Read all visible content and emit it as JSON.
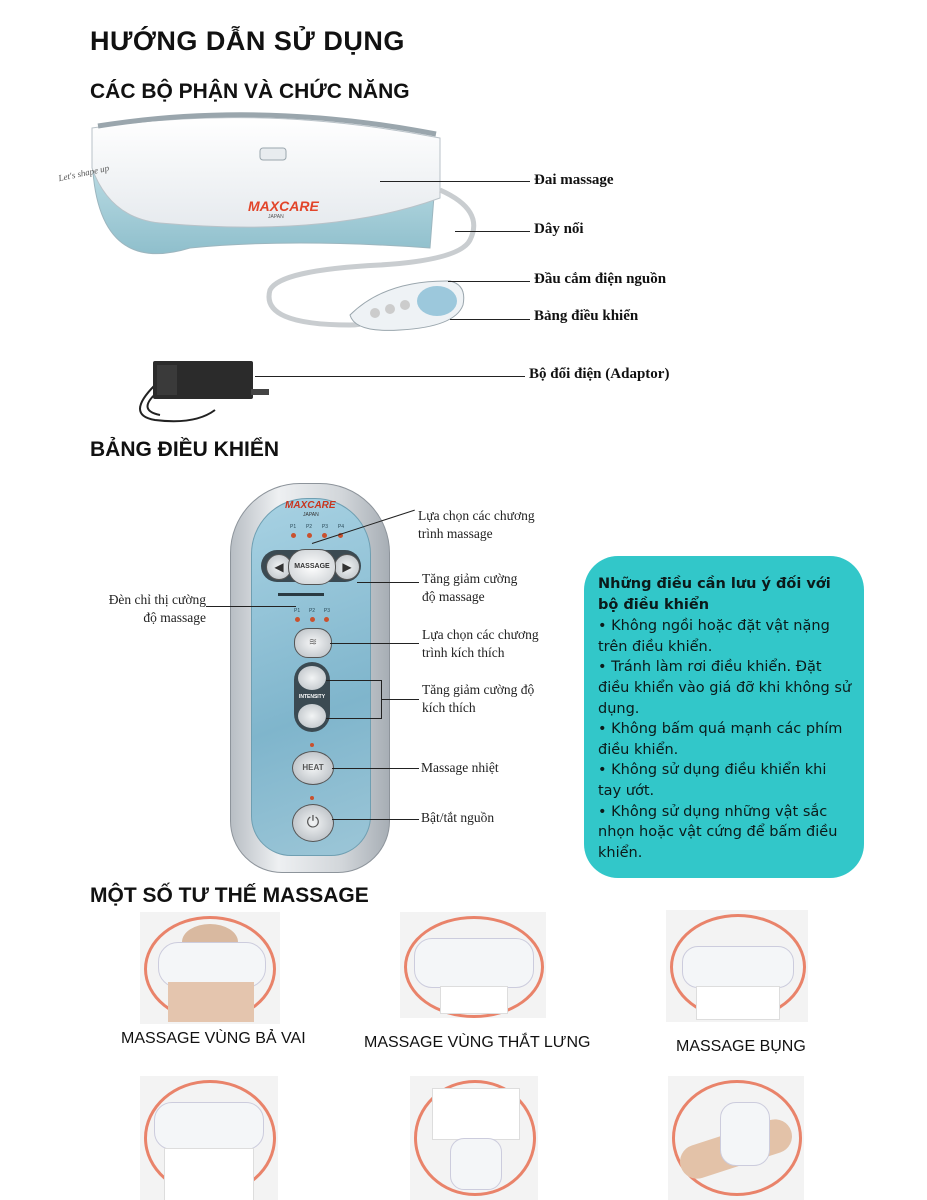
{
  "title": "HƯỚNG DẪN SỬ DỤNG",
  "sections": {
    "parts": "CÁC BỘ PHẬN VÀ CHỨC NĂNG",
    "control": "BẢNG ĐIỀU KHIỂN",
    "positions": "MỘT SỐ TƯ THẾ MASSAGE"
  },
  "parts_labels": {
    "belt": "Đai massage",
    "cord": "Dây nối",
    "plug": "Đầu cắm điện nguồn",
    "panel": "Bảng điều khiển",
    "adaptor": "Bộ đổi điện (Adaptor)"
  },
  "belt_printing": {
    "brand": "MAXCARE",
    "brand_sub": "JAPAN",
    "script": "Let's shape up"
  },
  "controller": {
    "brand": "MAXCARE",
    "brand_sub": "JAPAN",
    "program_leds": [
      "P1",
      "P2",
      "P3",
      "P4"
    ],
    "intensity_leds": [
      "P1",
      "P2",
      "P3"
    ],
    "massage_btn": "MASSAGE",
    "intensity_btn": "INTENSITY",
    "heat_btn": "HEAT",
    "power_symbol": "⏻"
  },
  "control_labels": {
    "program_1": "Lựa chọn các chương",
    "program_2": "trình massage",
    "adjust_1": "Tăng giảm cường",
    "adjust_2": "độ massage",
    "indicator_1": "Đèn chỉ thị cường",
    "indicator_2": "độ massage",
    "stim_1": "Lựa chọn các chương",
    "stim_2": "trình kích thích",
    "stim_int_1": "Tăng giảm cường độ",
    "stim_int_2": "kích thích",
    "heat": "Massage nhiệt",
    "power": "Bật/tắt nguồn"
  },
  "notes": {
    "title": "Những điều cần lưu ý đối với bộ điều khiển",
    "items": [
      "• Không ngồi hoặc đặt vật nặng trên điều khiển.",
      "• Tránh làm rơi điều khiển. Đặt điều khiển vào giá đỡ khi không sử dụng.",
      "• Không bấm quá mạnh các phím điều khiển.",
      "• Không sử dụng điều khiển khi tay ướt.",
      "• Không sử dụng những vật sắc nhọn hoặc vật cứng để bấm điều khiển."
    ]
  },
  "positions": [
    "MASSAGE VÙNG BẢ VAI",
    "MASSAGE VÙNG THẮT LƯNG",
    "MASSAGE BỤNG"
  ],
  "colors": {
    "note_bg": "#32c7c9",
    "belt_blue": "#a9d3dc",
    "panel_blue": "#8fc3d8",
    "oval": "#e9836a"
  }
}
